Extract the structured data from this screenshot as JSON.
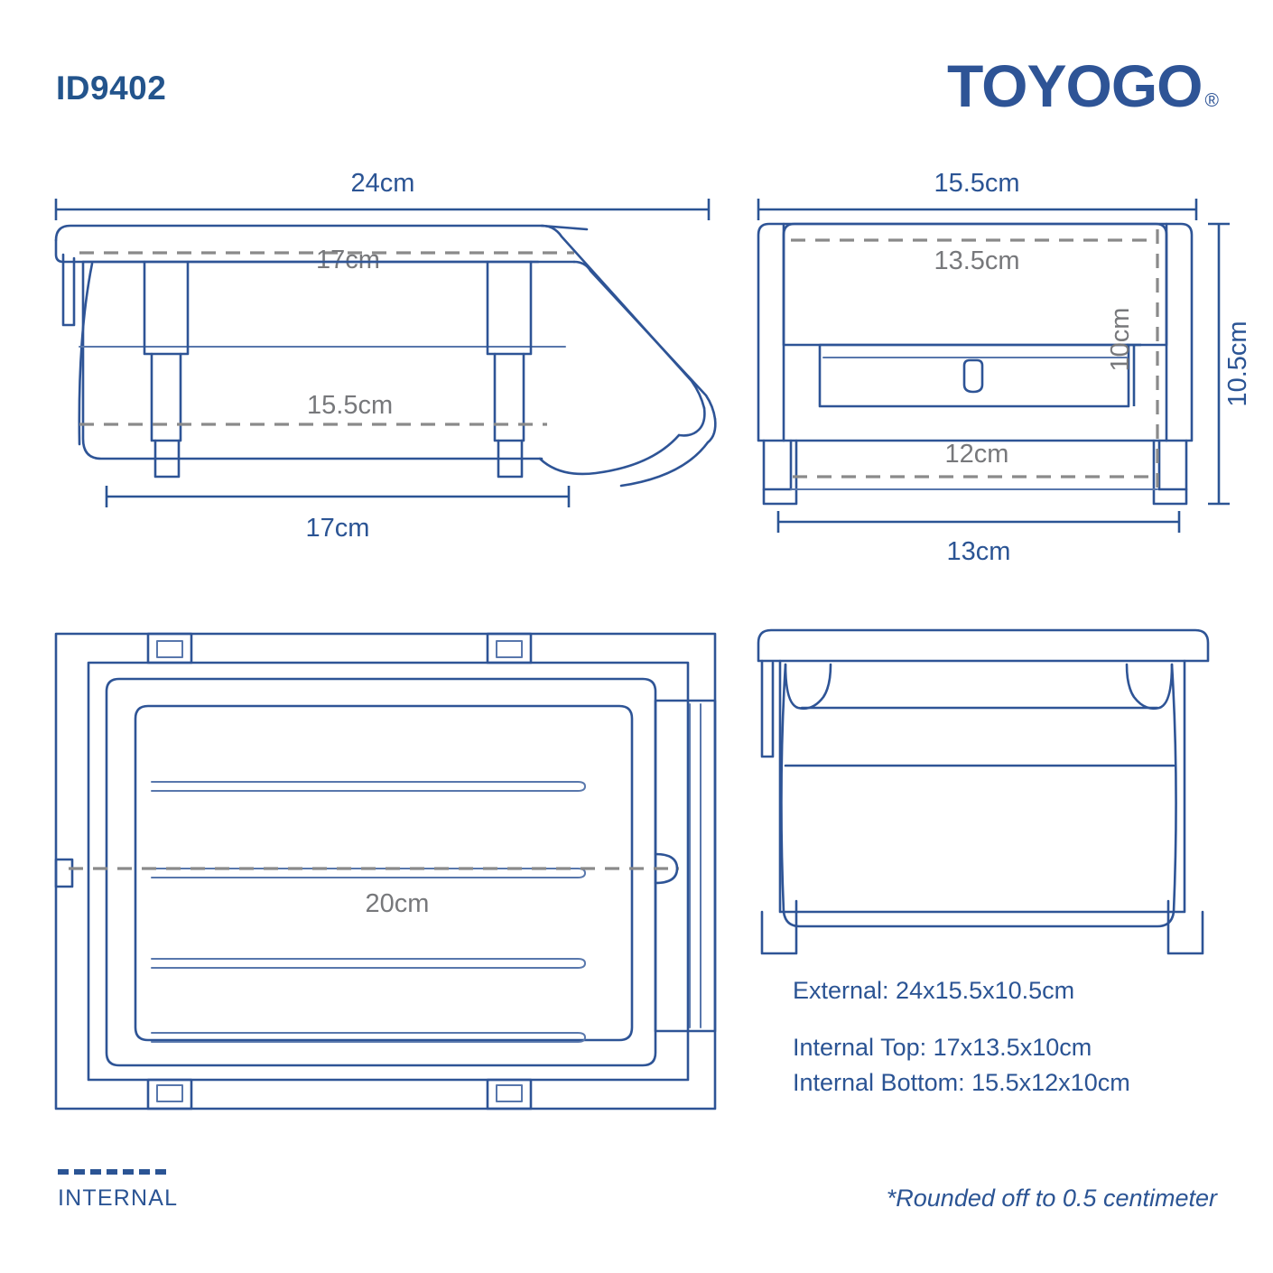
{
  "header": {
    "product_id": "ID9402",
    "brand": "TOYOGO",
    "brand_mark": "®"
  },
  "views": {
    "front": {
      "name": "front-elevation",
      "dims": {
        "top_external": "24cm",
        "top_internal": "17cm",
        "bottom_internal": "15.5cm",
        "bottom_external": "17cm"
      }
    },
    "side": {
      "name": "side-elevation",
      "dims": {
        "top_external": "15.5cm",
        "top_internal": "13.5cm",
        "height_internal": "10cm",
        "bottom_internal": "12cm",
        "bottom_external": "13cm",
        "height_external": "10.5cm"
      }
    },
    "top": {
      "name": "top-plan",
      "dims": {
        "centerline_internal": "20cm"
      }
    },
    "rear": {
      "name": "rear-elevation"
    }
  },
  "specs": {
    "external_label": "External: 24x15.5x10.5cm",
    "internal_top_label": "Internal Top: 17x13.5x10cm",
    "internal_bottom_label": "Internal Bottom: 15.5x12x10cm"
  },
  "footer": {
    "legend_label": "INTERNAL",
    "footnote": "*Rounded off to 0.5 centimeter"
  },
  "colors": {
    "brand_navy": "#2e5496",
    "line_navy": "#2e5496",
    "dimension_navy": "#2b5494",
    "internal_gray": "#77787b",
    "dash_gray": "#8a8a8a"
  }
}
